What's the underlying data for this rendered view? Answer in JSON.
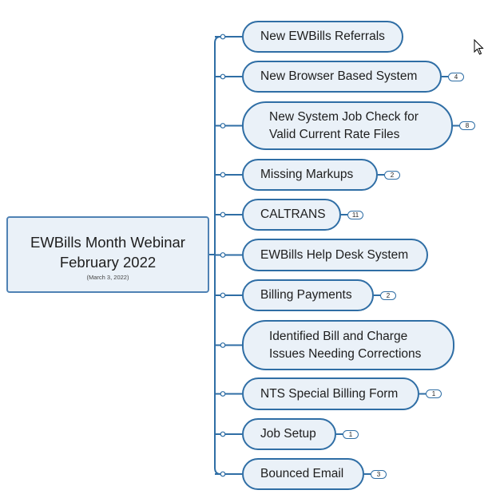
{
  "root": {
    "title": "EWBills Month Webinar\nFebruary 2022",
    "subtitle": "(March 3, 2022)"
  },
  "topics": [
    {
      "label": "New EWBills Referrals",
      "badge": ""
    },
    {
      "label": "New Browser Based System",
      "badge": "4"
    },
    {
      "label": "New System Job Check for\nValid Current Rate Files",
      "badge": "8"
    },
    {
      "label": "Missing Markups",
      "badge": "2"
    },
    {
      "label": "CALTRANS",
      "badge": "11"
    },
    {
      "label": "EWBills Help Desk System",
      "badge": ""
    },
    {
      "label": "Billing Payments",
      "badge": "2"
    },
    {
      "label": "Identified Bill and Charge\nIssues Needing Corrections",
      "badge": ""
    },
    {
      "label": "NTS Special Billing Form",
      "badge": "1"
    },
    {
      "label": "Job Setup",
      "badge": "1"
    },
    {
      "label": "Bounced Email",
      "badge": "3"
    }
  ],
  "colors": {
    "line": "#2f6ea5",
    "node_fill": "#eaf1f8",
    "root_border": "#4f82b4"
  },
  "icons": {
    "cursor": "mouse-pointer-icon"
  }
}
